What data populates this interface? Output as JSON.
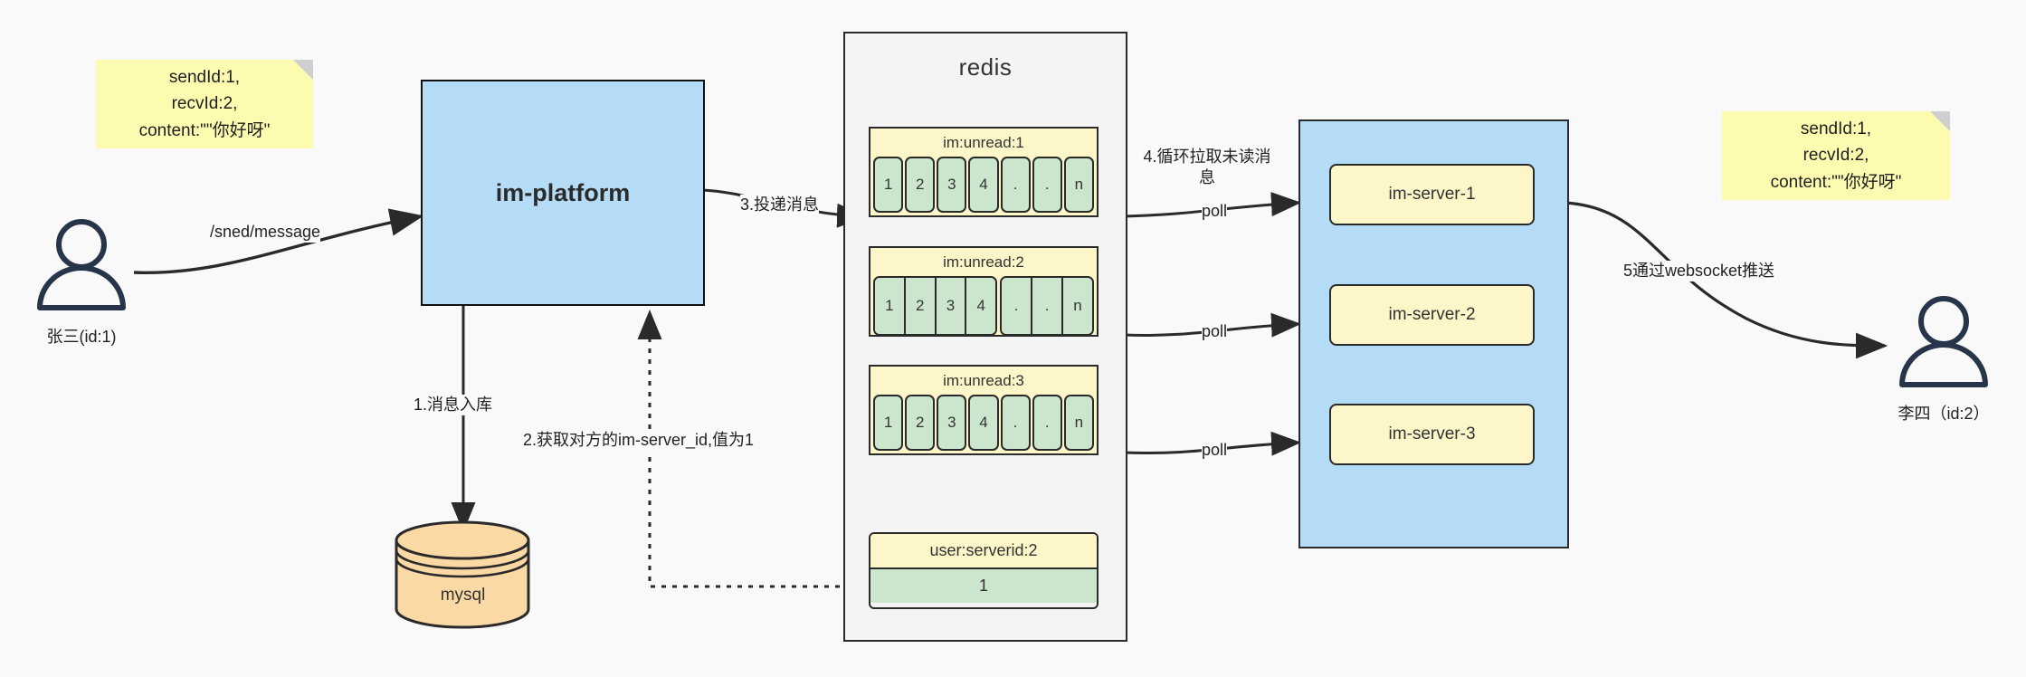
{
  "diagram": {
    "title": "IM message flow architecture",
    "colors": {
      "note_yellow": "#FDFBAF",
      "box_blue": "#B5DCF7",
      "key_yellow": "#FCF6C9",
      "cell_green": "#CCE6CD",
      "db_orange": "#FBD9A5",
      "stroke": "#2a2a2a",
      "background": "#f9f9f9"
    }
  },
  "notes": {
    "left": "sendId:1,\nrecvId:2,\ncontent:\"\"你好呀\"",
    "right": "sendId:1,\nrecvId:2,\ncontent:\"\"你好呀\""
  },
  "actors": {
    "sender_label": "张三(id:1)",
    "receiver_label": "李四（id:2）"
  },
  "platform": {
    "label": "im-platform"
  },
  "database": {
    "label": "mysql"
  },
  "redis": {
    "title": "redis",
    "lists": [
      {
        "key": "im:unread:1",
        "cells": [
          "1",
          "2",
          "3",
          "4",
          ".",
          ".",
          "n"
        ],
        "grouped": false
      },
      {
        "key": "im:unread:2",
        "cells": [
          "1",
          "2",
          "3",
          "4",
          ".",
          ".",
          "n"
        ],
        "grouped": true,
        "group_split": 4
      },
      {
        "key": "im:unread:3",
        "cells": [
          "1",
          "2",
          "3",
          "4",
          ".",
          ".",
          "n"
        ],
        "grouped": false
      }
    ],
    "serverid": {
      "key": "user:serverid:2",
      "value": "1"
    }
  },
  "cluster": {
    "servers": [
      {
        "label": "im-server-1"
      },
      {
        "label": "im-server-2"
      },
      {
        "label": "im-server-3"
      }
    ]
  },
  "edges": {
    "send_message": "/sned/message",
    "step1": "1.消息入库",
    "step2": "2.获取对方的im-server_id,值为1",
    "step3": "3.投递消息",
    "step4": "4.循环拉取未读消\n息",
    "step5": "5通过websocket推送",
    "poll1": "poll",
    "poll2": "poll",
    "poll3": "poll"
  }
}
